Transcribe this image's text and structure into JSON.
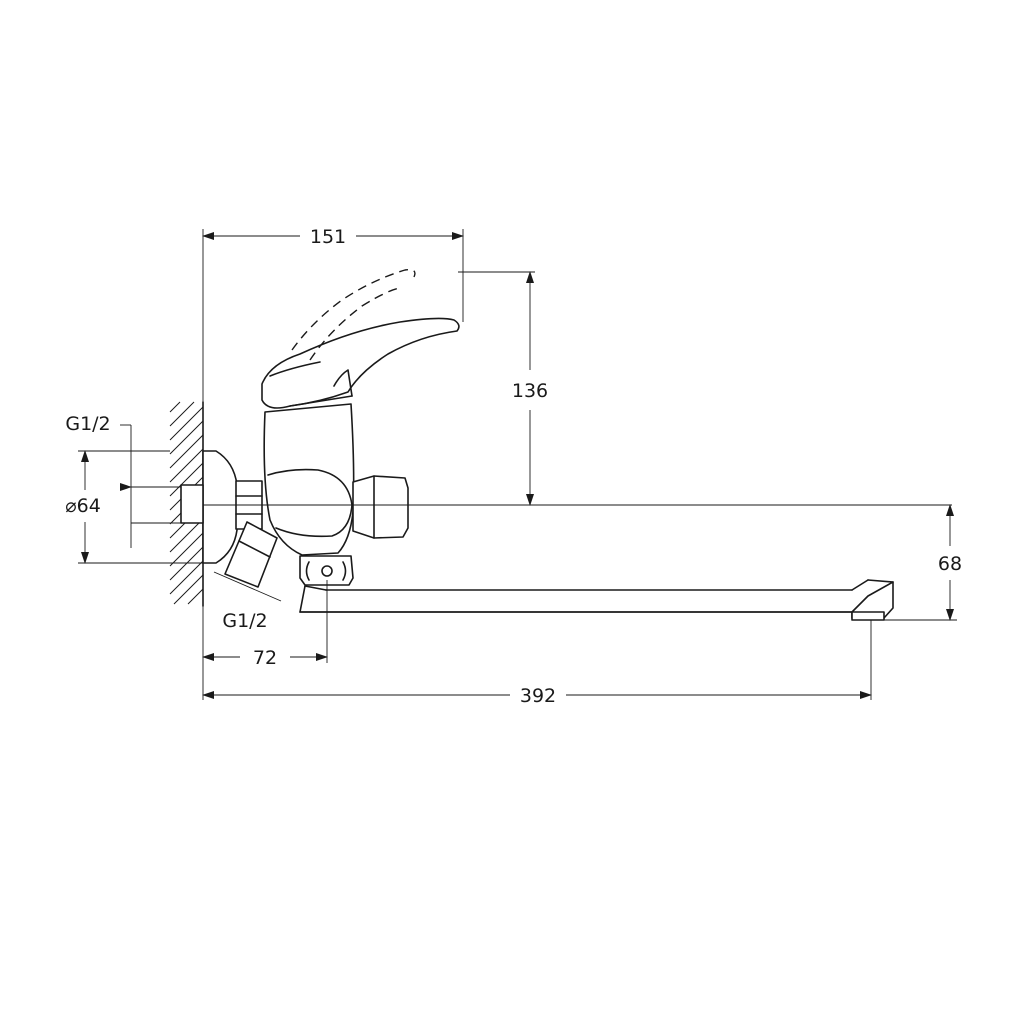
{
  "dimensions": {
    "top_width": "151",
    "height": "136",
    "thread_top": "G1/2",
    "diameter": "⌀64",
    "thread_bottom": "G1/2",
    "offset": "72",
    "overall_length": "392",
    "spout_height": "68"
  }
}
